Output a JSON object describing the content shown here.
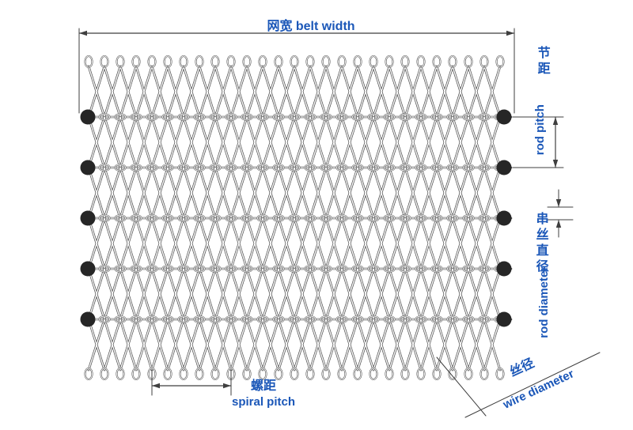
{
  "labels": {
    "belt_width": "网宽  belt width",
    "rod_pitch_cn": "节距",
    "rod_pitch_en": "rod pitch",
    "rod_diameter_cn": "串丝直径",
    "rod_diameter_en": "rod diameter",
    "spiral_pitch_cn": "螺距",
    "spiral_pitch_en": "spiral pitch",
    "wire_diameter_cn": "丝径",
    "wire_diameter_en": "wire diameter"
  },
  "colors": {
    "label_blue": "#1b57b8",
    "dimension_line": "#3f3f3f",
    "wire_outline": "#4d4d4d",
    "wire_core": "#ffffff",
    "rod_end_fill": "#262626",
    "background": "#ffffff"
  }
}
